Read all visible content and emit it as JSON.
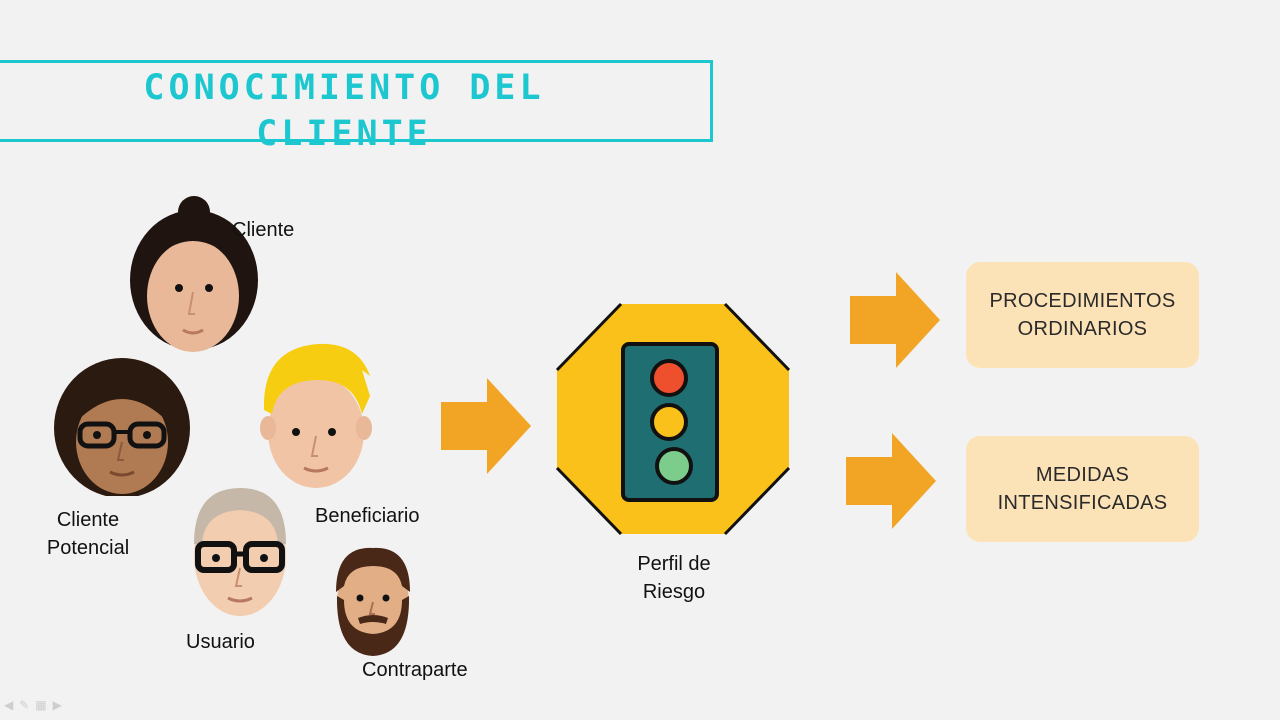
{
  "slide": {
    "title": "CONOCIMIENTO DEL\nCLIENTE"
  },
  "people": {
    "cliente": "Cliente",
    "cliente_potencial": "Cliente\nPotencial",
    "beneficiario": "Beneficiario",
    "usuario": "Usuario",
    "contraparte": "Contraparte"
  },
  "center": {
    "label": "Perfil de\nRiesgo"
  },
  "outcomes": {
    "ordinarios": "PROCEDIMIENTOS\nORDINARIOS",
    "intensificadas": "MEDIDAS\nINTENSIFICADAS"
  },
  "colors": {
    "accent": "#1cc7d0",
    "arrow": "#f2a524",
    "sign": "#f9c11a",
    "box": "#fce3b7",
    "light_red": "#ee4f2c",
    "light_yellow": "#f9c11a",
    "light_green": "#7ccc8c"
  },
  "icons": {
    "nav": [
      "arrow-left-icon",
      "pen-icon",
      "slides-icon",
      "arrow-right-icon"
    ]
  }
}
